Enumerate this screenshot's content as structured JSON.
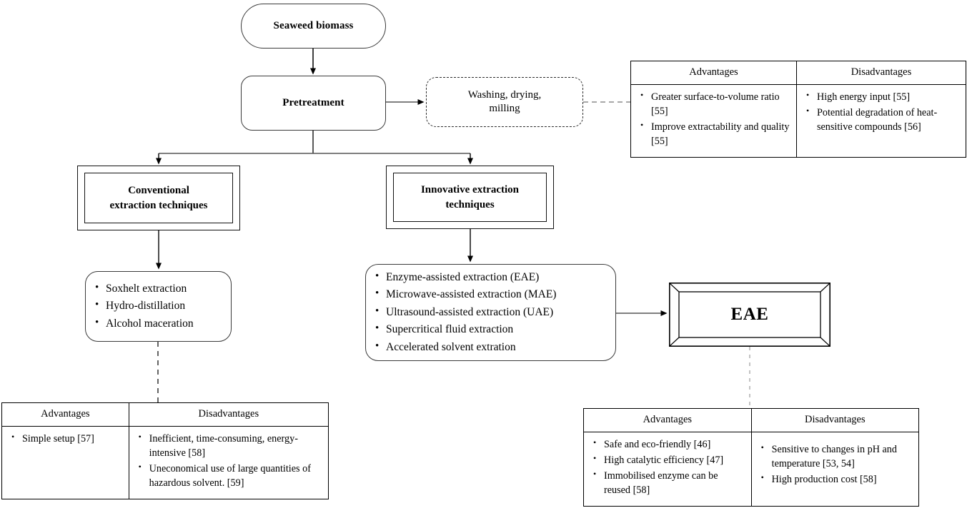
{
  "diagram": {
    "title": "Seaweed biomass extraction techniques flowchart",
    "accent_color": "#000000",
    "line_color": "#3a3a3a",
    "dashed_color": "#9a9a9a"
  },
  "nodes": {
    "seaweed": {
      "label": "Seaweed biomass",
      "shape": "rounded-pill"
    },
    "pretreatment": {
      "label": "Pretreatment",
      "shape": "rounded-rect"
    },
    "washing": {
      "label": "Washing, drying,\nmilling",
      "line1": "Washing, drying,",
      "line2": "milling",
      "shape": "dashed-rounded-rect"
    },
    "conventional": {
      "line1": "Conventional",
      "line2": "extraction techniques",
      "shape": "double-rect"
    },
    "innovative": {
      "line1": "Innovative extraction",
      "line2": "techniques",
      "shape": "double-rect"
    },
    "eae": {
      "label": "EAE",
      "shape": "beveled-rect"
    }
  },
  "lists": {
    "conventional_methods": [
      "Soxhelt extraction",
      "Hydro-distillation",
      "Alcohol maceration"
    ],
    "innovative_methods": [
      "Enzyme-assisted extraction (EAE)",
      "Microwave-assisted extraction (MAE)",
      "Ultrasound-assisted extraction (UAE)",
      "Supercritical fluid extraction",
      "Accelerated solvent extration"
    ]
  },
  "tables": {
    "pretreatment": {
      "headers": {
        "advantages": "Advantages",
        "disadvantages": "Disadvantages"
      },
      "advantages": [
        "Greater surface-to-volume ratio [55]",
        "Improve extractability and quality [55]"
      ],
      "disadvantages": [
        "High energy input [55]",
        "Potential degradation of heat-sensitive compounds [56]"
      ]
    },
    "conventional": {
      "headers": {
        "advantages": "Advantages",
        "disadvantages": "Disadvantages"
      },
      "advantages": [
        "Simple setup [57]"
      ],
      "disadvantages": [
        "Inefficient, time-consuming, energy-intensive [58]",
        "Uneconomical use of large quantities of hazardous solvent. [59]"
      ]
    },
    "eae": {
      "headers": {
        "advantages": "Advantages",
        "disadvantages": "Disadvantages"
      },
      "advantages": [
        "Safe and eco-friendly [46]",
        "High catalytic efficiency [47]",
        "Immobilised enzyme can be reused [58]"
      ],
      "disadvantages": [
        "Sensitive to changes in pH and temperature [53, 54]",
        "High production cost [58]"
      ]
    }
  }
}
